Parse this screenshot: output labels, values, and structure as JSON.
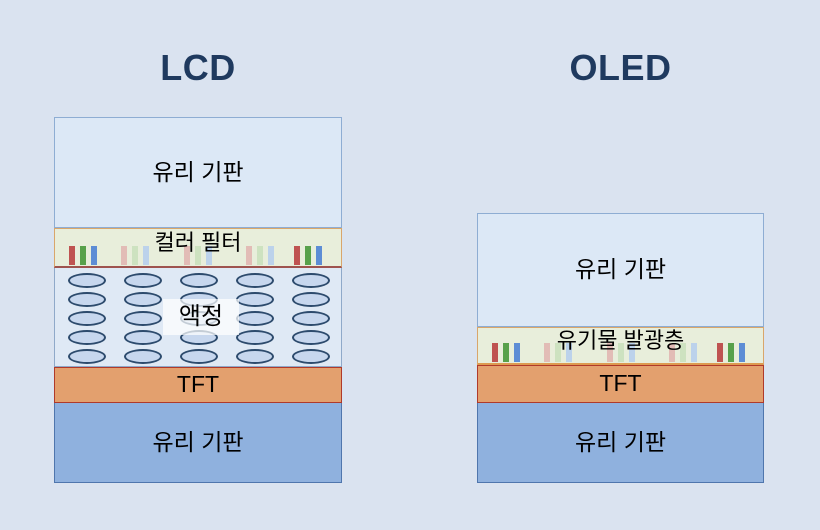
{
  "lcd": {
    "title": "LCD",
    "layers": {
      "glass_top": "유리 기판",
      "color_filter": "컬러 필터",
      "liquid_crystal": "액정",
      "tft": "TFT",
      "glass_bottom": "유리 기판"
    },
    "liquid_crystal_grid": {
      "rows": 5,
      "cols": 5
    }
  },
  "oled": {
    "title": "OLED",
    "layers": {
      "glass_top": "유리 기판",
      "organic_layer": "유기물 발광층",
      "tft": "TFT",
      "glass_bottom": "유리 기판"
    }
  },
  "rgb_bars": {
    "pattern": [
      "saturated",
      "pale",
      "pale",
      "pale",
      "saturated"
    ],
    "group_lefts": [
      14,
      66,
      129,
      191,
      239
    ],
    "bar_order": [
      "red",
      "green",
      "blue"
    ]
  },
  "colors": {
    "page_bg": "#dae3f0",
    "title_text": "#1f3a5f",
    "label_text": "#000000",
    "glass_top_fill": "#dce8f6",
    "glass_top_border": "#8eadd3",
    "filter_fill": "#e8eedb",
    "filter_border": "#d9a66b",
    "filter_border_bottom": "#9e534e",
    "organic_border_bottom": "#dd9a50",
    "lc_fill": "#dfe9f5",
    "lc_border": "#8fa9c9",
    "ellipse_fill": "#c7d7ee",
    "ellipse_stroke": "#2d4b6d",
    "tft_fill": "#e3a06e",
    "tft_border": "#b03a2a",
    "glass_bottom_fill": "#8fb1de",
    "glass_bottom_border": "#4f76ad",
    "bar_red": "#bf5351",
    "bar_green": "#58a14b",
    "bar_blue": "#5d8dd5",
    "bar_red_pale": "#e2bcb6",
    "bar_green_pale": "#cde2c0",
    "bar_blue_pale": "#bcd2eb"
  }
}
